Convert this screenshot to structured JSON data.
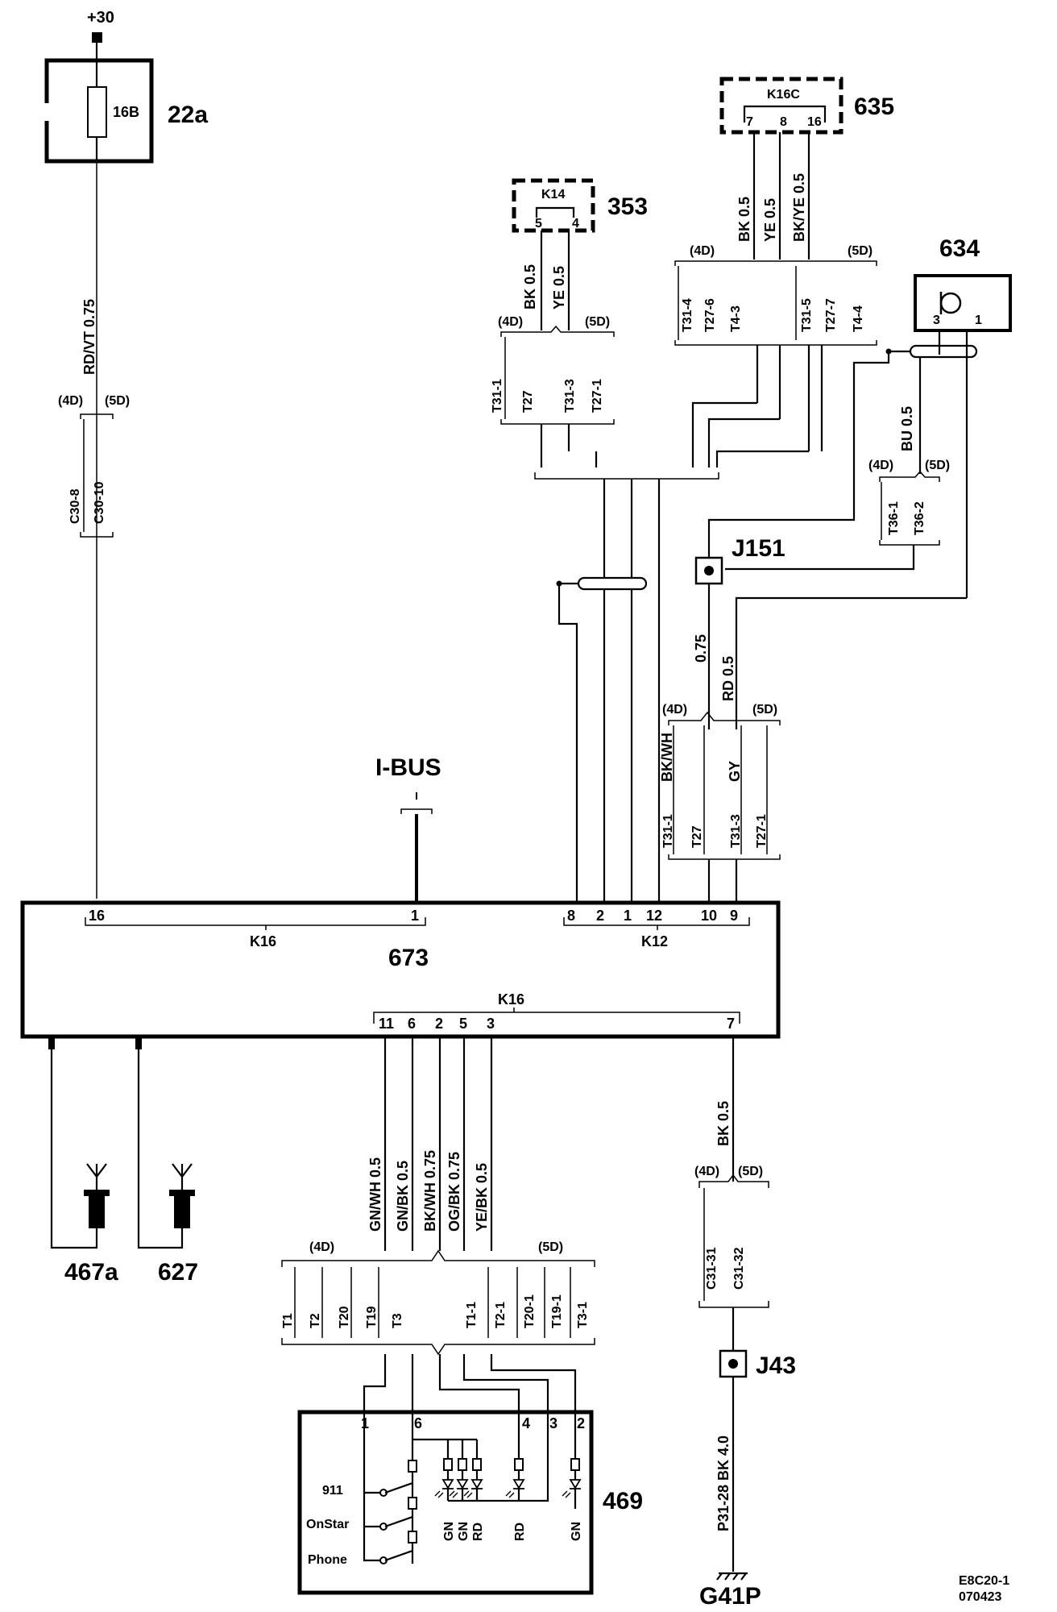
{
  "supply": {
    "label": "+30"
  },
  "fuse_box": {
    "id": "22a",
    "fuse": "16B"
  },
  "modules": {
    "m353": {
      "id": "353",
      "connector": "K14",
      "pins": [
        "5",
        "4"
      ]
    },
    "m635": {
      "id": "635",
      "connector": "K16C",
      "pins": [
        "7",
        "8",
        "16"
      ]
    },
    "m634": {
      "id": "634",
      "pins": [
        "3",
        "1"
      ]
    },
    "m673": {
      "id": "673",
      "conn_left": "K16",
      "conn_right": "K12",
      "conn_bottom": "K16",
      "pins_left": [
        "16",
        "1"
      ],
      "pins_right": [
        "8",
        "2",
        "1",
        "12",
        "10",
        "9"
      ],
      "pins_bottom": [
        "11",
        "6",
        "2",
        "5",
        "3",
        "7"
      ]
    },
    "m469": {
      "id": "469",
      "pins": [
        "1",
        "6",
        "4",
        "3",
        "2"
      ],
      "buttons": [
        "911",
        "OnStar",
        "Phone"
      ],
      "led_colors": [
        "GN",
        "GN",
        "RD",
        "RD",
        "GN"
      ]
    }
  },
  "antennas": [
    "467a",
    "627"
  ],
  "junctions": {
    "j151": "J151",
    "j43": "J43"
  },
  "ground": "G41P",
  "bus_label": "I-BUS",
  "variants": {
    "left": "(4D)",
    "right": "(5D)"
  },
  "wires": {
    "fuse_out": "RD/VT  0.75",
    "k14_5": "BK  0.5",
    "k14_4": "YE  0.5",
    "k16c_7": "BK  0.5",
    "k16c_8": "YE  0.5",
    "k16c_16": "BK/YE  0.5",
    "s634": "BU  0.5",
    "j151_a": "0.75",
    "j151_b": "RD  0.5",
    "k12_bkwh": "BK/WH",
    "k12_gy": "GY",
    "b11": "GN/WH  0.5",
    "b6": "GN/BK  0.5",
    "b2": "BK/WH  0.75",
    "b5": "OG/BK  0.75",
    "b3": "YE/BK  0.5",
    "b7": "BK  0.5",
    "gnd": "P31-28  BK  4.0"
  },
  "connectors": {
    "c30": [
      "C30-8",
      "C30-10"
    ],
    "k14_grp": [
      "T31-1",
      "T27",
      "T31-3",
      "T27-1"
    ],
    "k16c_grp": [
      "T31-4",
      "T27-6",
      "T4-3",
      "T31-5",
      "T27-7",
      "T4-4"
    ],
    "t36": [
      "T36-1",
      "T36-2"
    ],
    "k12_grp": [
      "T31-1",
      "T27",
      "T31-3",
      "T27-1"
    ],
    "t_grp": [
      "T1",
      "T2",
      "T20",
      "T19",
      "T3",
      "T1-1",
      "T2-1",
      "T20-1",
      "T19-1",
      "T3-1"
    ],
    "c31": [
      "C31-31",
      "C31-32"
    ]
  },
  "footer": {
    "code": "E8C20-1",
    "date": "070423"
  }
}
